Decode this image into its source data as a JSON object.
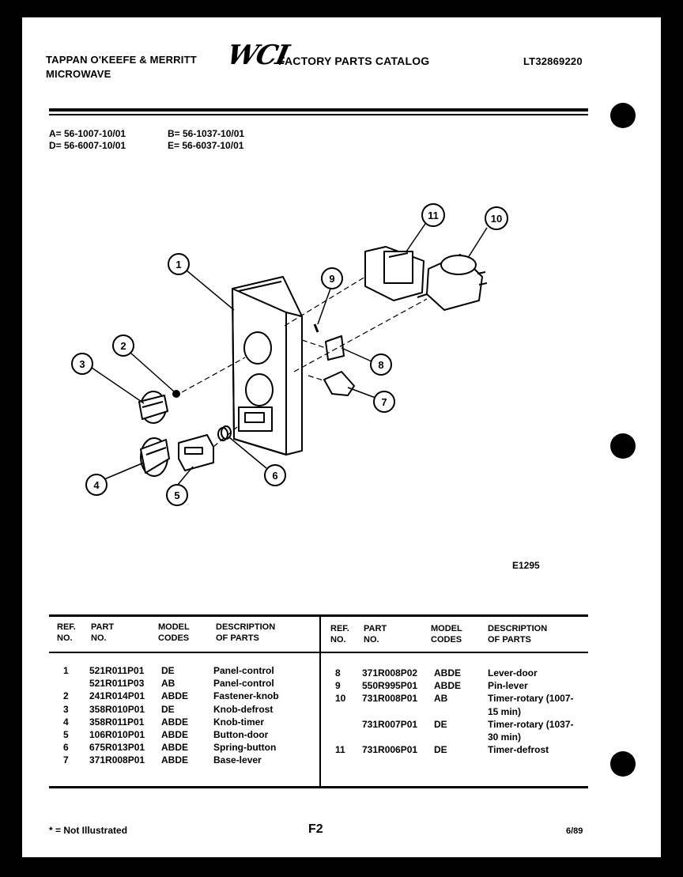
{
  "header": {
    "manufacturer": "TAPPAN O'KEEFE & MERRITT",
    "product": "MICROWAVE",
    "logo": "WCI",
    "catalog": "FACTORY PARTS CATALOG",
    "catalog_number": "LT32869220"
  },
  "models": [
    "A= 56-1007-10/01",
    "B= 56-1037-10/01",
    "D= 56-6007-10/01",
    "E= 56-6037-10/01"
  ],
  "callouts": [
    "1",
    "2",
    "3",
    "4",
    "5",
    "6",
    "7",
    "8",
    "9",
    "10",
    "11"
  ],
  "figure_id": "E1295",
  "table": {
    "headers": {
      "ref": "REF.\nNO.",
      "part": "PART\nNO.",
      "model": "MODEL\nCODES",
      "desc": "DESCRIPTION\nOF PARTS"
    },
    "left": {
      "ref": "1\n\n2\n3\n4\n5\n6\n7",
      "part": "521R011P01\n521R011P03\n241R014P01\n358R010P01\n358R011P01\n106R010P01\n675R013P01\n371R008P01",
      "model": "DE\nAB\nABDE\nDE\nABDE\nABDE\nABDE\nABDE",
      "desc": "Panel-control\nPanel-control\nFastener-knob\nKnob-defrost\nKnob-timer\nButton-door\nSpring-button\nBase-lever"
    },
    "right": {
      "ref": "8\n9\n10\n\n\n\n11",
      "part": "371R008P02\n550R995P01\n731R008P01\n\n731R007P01\n\n731R006P01",
      "model": "ABDE\nABDE\nAB\n\nDE\n\nDE",
      "desc": "Lever-door\nPin-lever\nTimer-rotary (1007-\n15 min)\nTimer-rotary (1037-\n30 min)\nTimer-defrost"
    }
  },
  "footer": {
    "note": "* = Not Illustrated",
    "page": "F2",
    "date": "6/89"
  }
}
